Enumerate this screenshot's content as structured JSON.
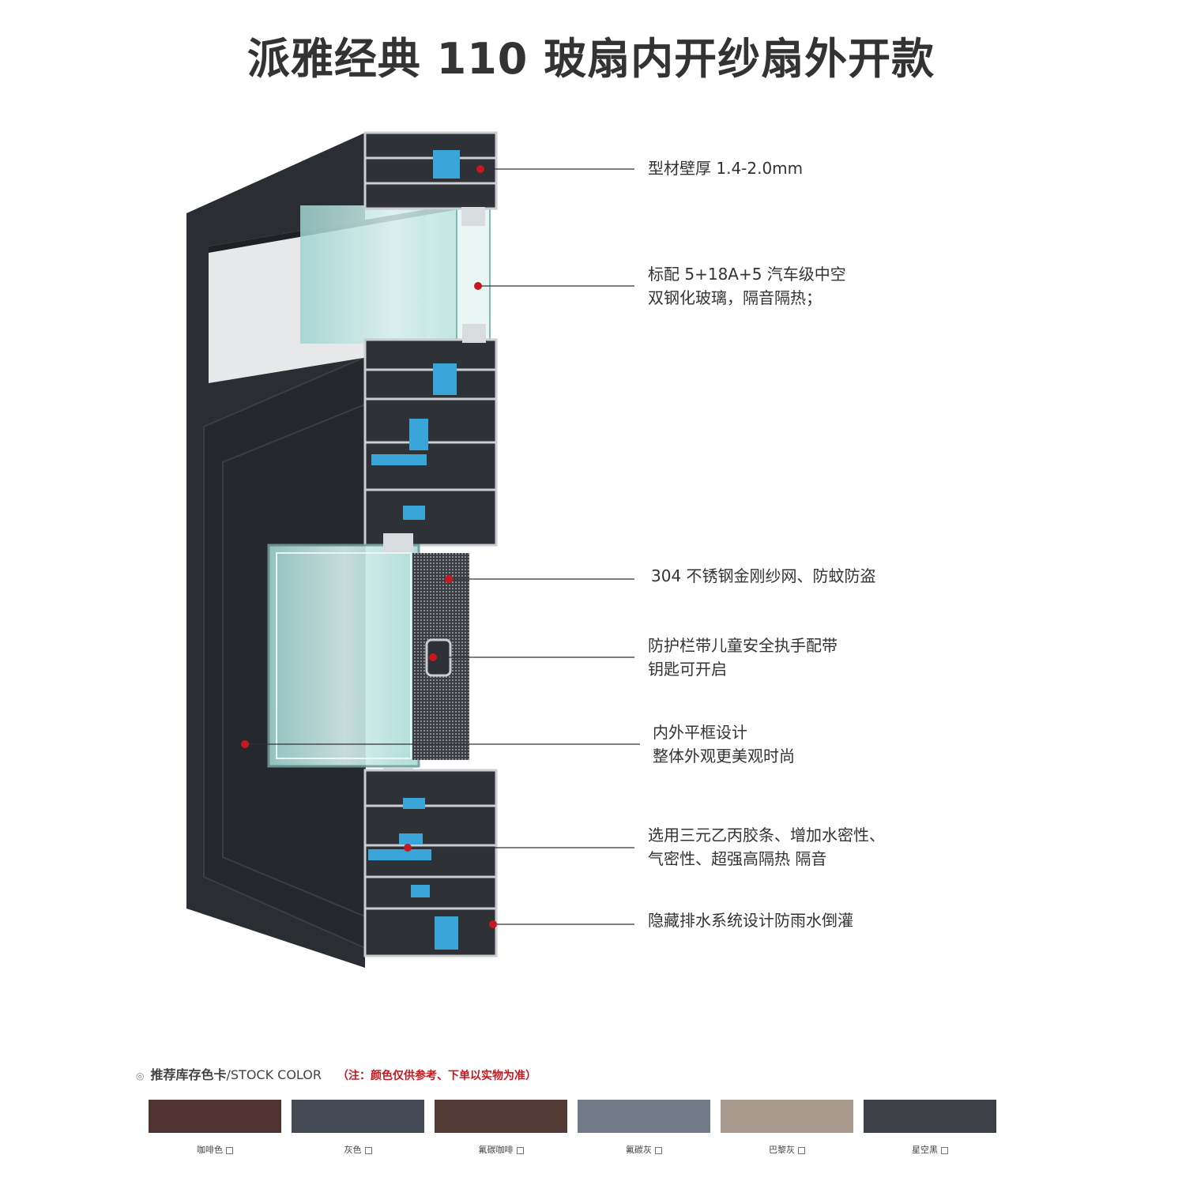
{
  "title": "派雅经典 110 玻扇内开纱扇外开款",
  "callouts": [
    {
      "lines": [
        "型材壁厚 1.4-2.0mm"
      ]
    },
    {
      "lines": [
        "标配 5+18A+5 汽车级中空",
        "双钢化玻璃，隔音隔热；"
      ]
    },
    {
      "lines": [
        "304 不锈钢金刚纱网、防蚊防盗"
      ]
    },
    {
      "lines": [
        "防护栏带儿童安全执手配带",
        "钥匙可开启"
      ]
    },
    {
      "lines": [
        "内外平框设计",
        "整体外观更美观时尚"
      ]
    },
    {
      "lines": [
        "选用三元乙丙胶条、增加水密性、",
        "气密性、超强高隔热 隔音"
      ]
    },
    {
      "lines": [
        "隐藏排水系统设计防雨水倒灌"
      ]
    }
  ],
  "stock": {
    "heading_zh": "推荐库存色卡",
    "heading_en": "/STOCK COLOR",
    "note": "（注：颜色仅供参考、下单以实物为准）",
    "swatches": [
      {
        "name": "咖啡色",
        "color": "#4f3431"
      },
      {
        "name": "灰色",
        "color": "#444b55"
      },
      {
        "name": "氟碳咖啡",
        "color": "#553b36"
      },
      {
        "name": "氟碳灰",
        "color": "#707986"
      },
      {
        "name": "巴黎灰",
        "color": "#a79a8d"
      },
      {
        "name": "星空黑",
        "color": "#3d4047"
      }
    ]
  },
  "colors": {
    "frame": "#2b2e33",
    "frame_face": "#26292d",
    "profile": "#c9ccd0",
    "gasket": "#3aa5d8",
    "glass": "#bfe6e2",
    "marker": "#c8171e"
  }
}
